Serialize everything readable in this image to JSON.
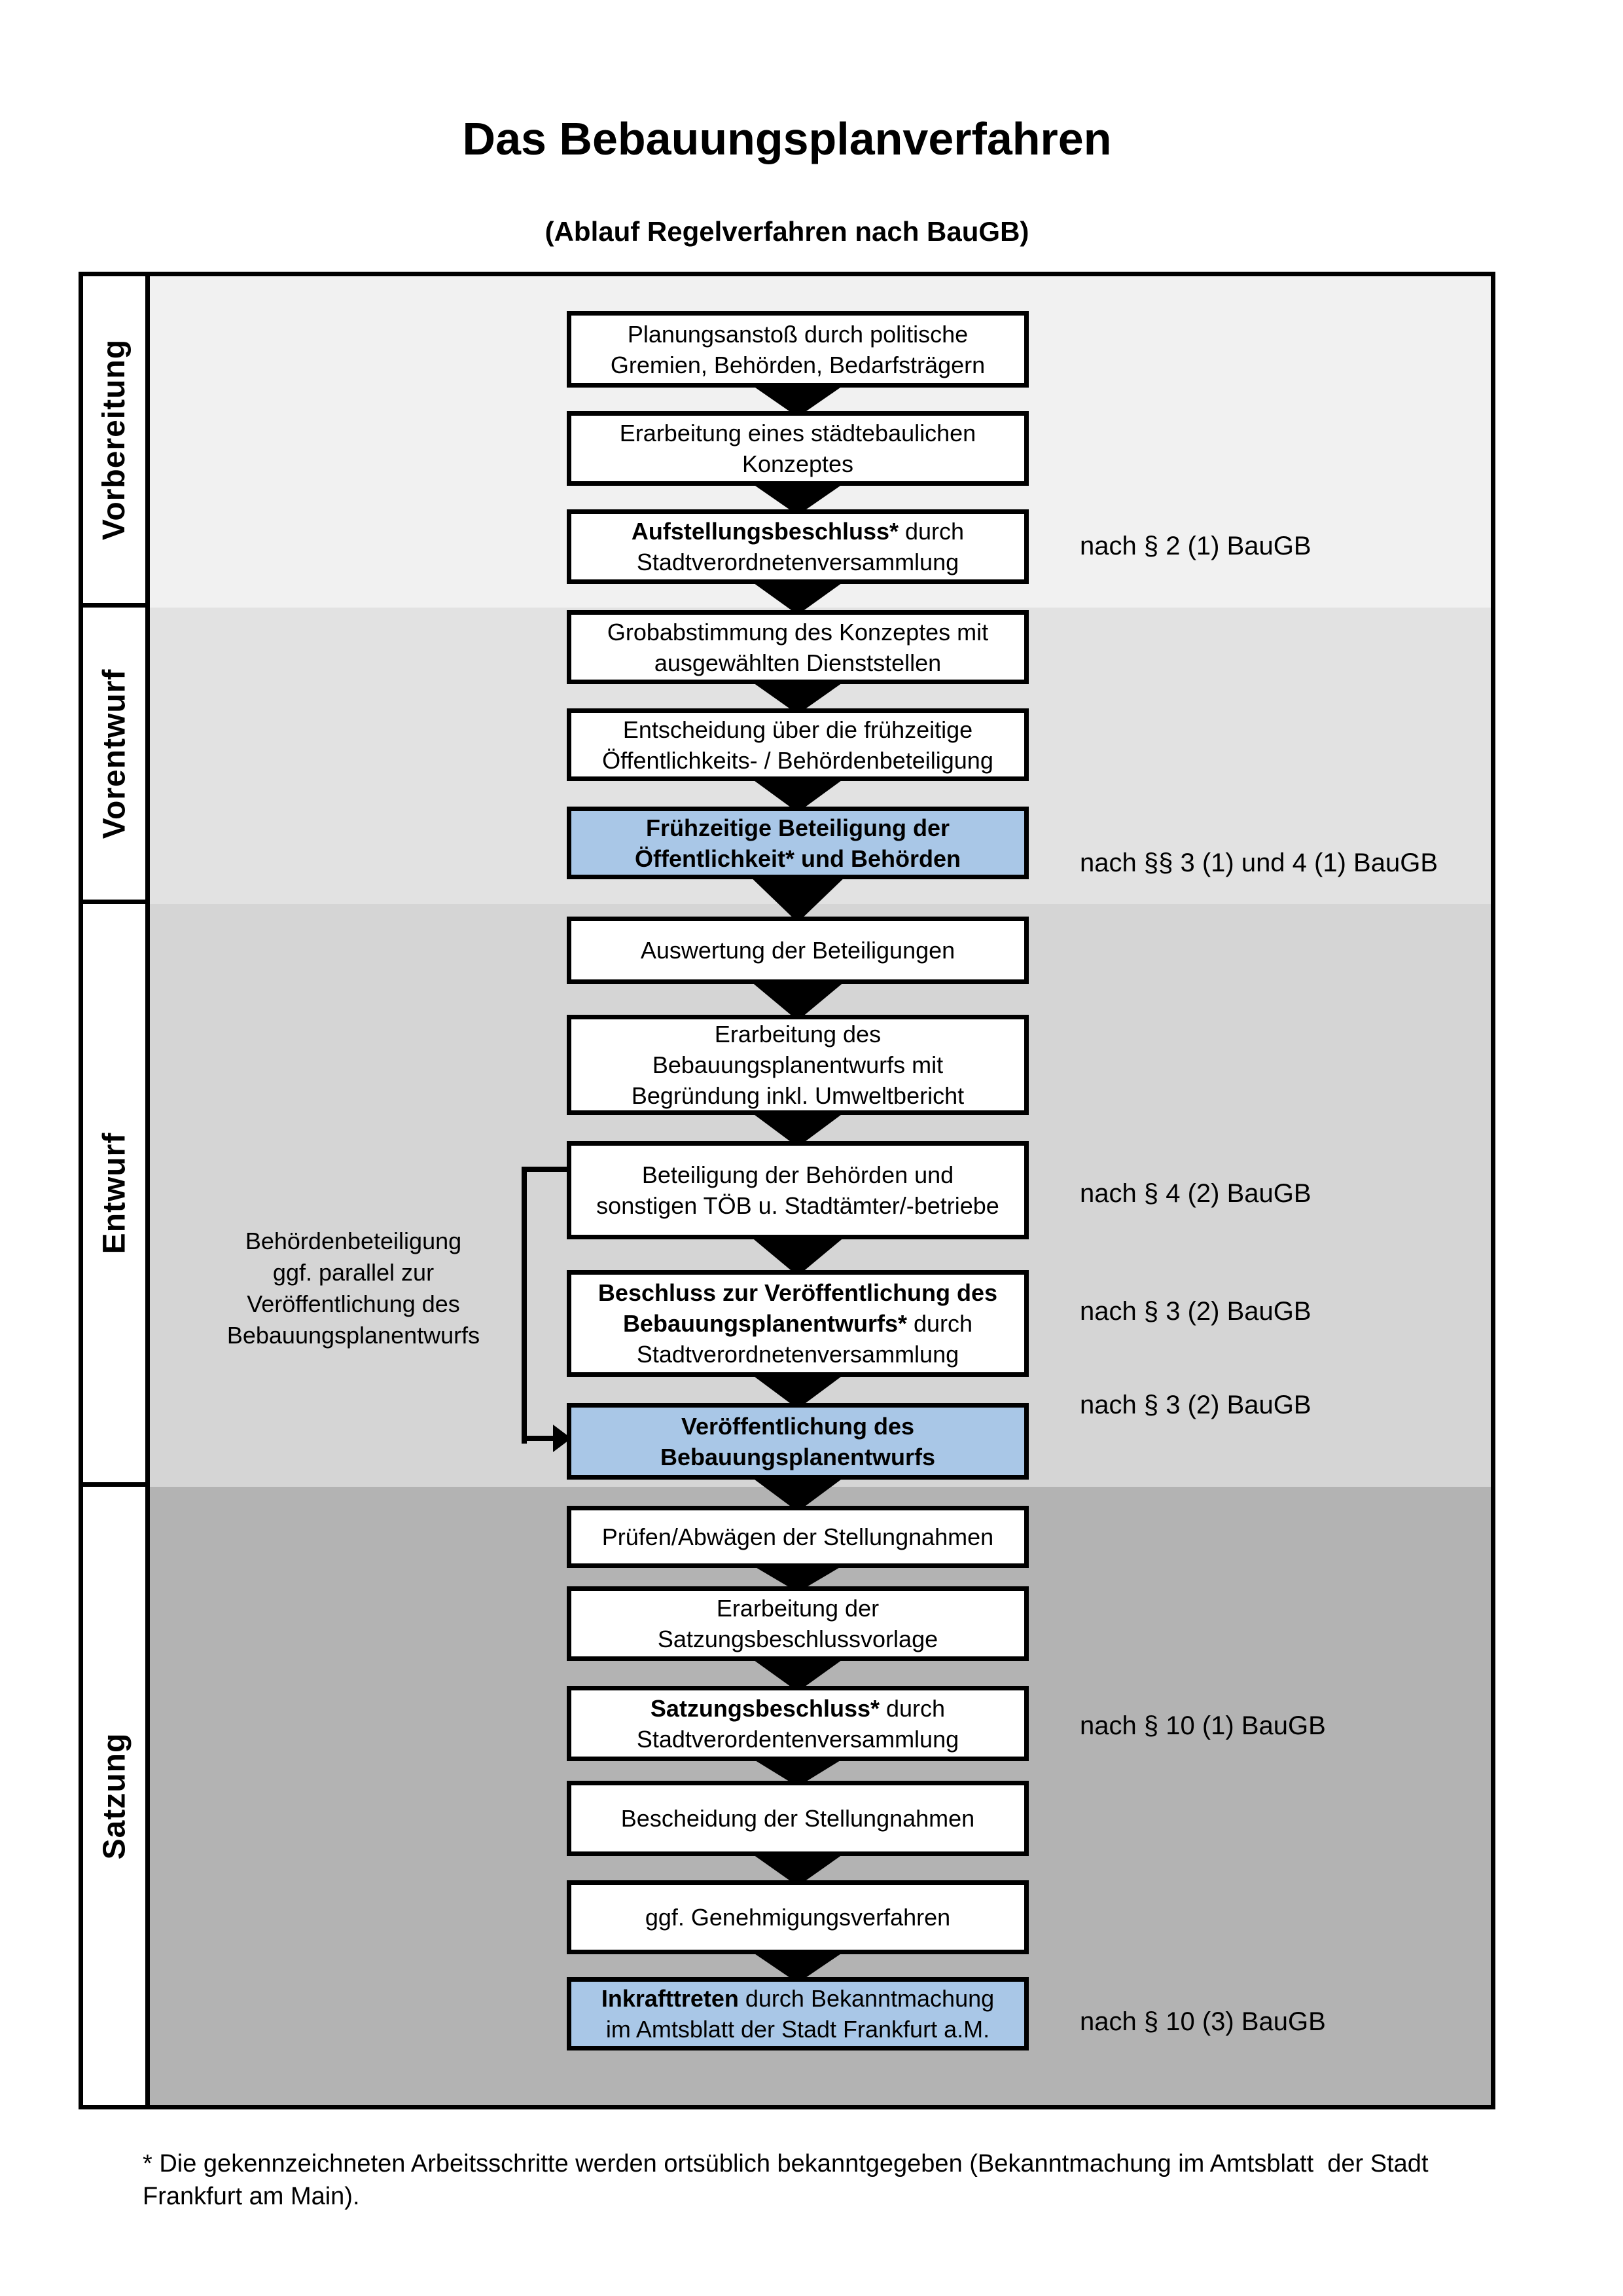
{
  "page": {
    "title": "Das Bebauungsplanverfahren",
    "subtitle": "(Ablauf Regelverfahren nach BauGB)"
  },
  "colors": {
    "band_vorbereitung": "#f1f1f1",
    "band_vorentwurf": "#e2e2e2",
    "band_entwurf": "#d5d5d5",
    "band_satzung": "#b3b3b3",
    "highlight_blue": "#a9c7e7",
    "line": "#000000"
  },
  "phases": [
    {
      "label": "Vorbereitung"
    },
    {
      "label": "Vorentwurf"
    },
    {
      "label": "Entwurf"
    },
    {
      "label": "Satzung"
    }
  ],
  "boxes": [
    {
      "blue": false,
      "lines": [
        [
          {
            "t": "Planungsanstoß durch politische",
            "b": false
          }
        ],
        [
          {
            "t": "Gremien, Behörden, Bedarfsträgern",
            "b": false
          }
        ]
      ]
    },
    {
      "blue": false,
      "lines": [
        [
          {
            "t": "Erarbeitung eines städtebaulichen",
            "b": false
          }
        ],
        [
          {
            "t": "Konzeptes",
            "b": false
          }
        ]
      ]
    },
    {
      "blue": false,
      "lines": [
        [
          {
            "t": "Aufstellungsbeschluss*",
            "b": true
          },
          {
            "t": " durch",
            "b": false
          }
        ],
        [
          {
            "t": "Stadtverordnetenversammlung",
            "b": false
          }
        ]
      ]
    },
    {
      "blue": false,
      "lines": [
        [
          {
            "t": "Grobabstimmung des Konzeptes mit",
            "b": false
          }
        ],
        [
          {
            "t": "ausgewählten Dienststellen",
            "b": false
          }
        ]
      ]
    },
    {
      "blue": false,
      "lines": [
        [
          {
            "t": "Entscheidung über die frühzeitige",
            "b": false
          }
        ],
        [
          {
            "t": "Öffentlichkeits- / Behördenbeteiligung",
            "b": false
          }
        ]
      ]
    },
    {
      "blue": true,
      "lines": [
        [
          {
            "t": "Frühzeitige Beteiligung der",
            "b": true
          }
        ],
        [
          {
            "t": "Öffentlichkeit* und Behörden",
            "b": true
          }
        ]
      ]
    },
    {
      "blue": false,
      "lines": [
        [
          {
            "t": "Auswertung der Beteiligungen",
            "b": false
          }
        ]
      ]
    },
    {
      "blue": false,
      "lines": [
        [
          {
            "t": "Erarbeitung des",
            "b": false
          }
        ],
        [
          {
            "t": "Bebauungsplanentwurfs mit",
            "b": false
          }
        ],
        [
          {
            "t": "Begründung inkl. Umweltbericht",
            "b": false
          }
        ]
      ]
    },
    {
      "blue": false,
      "lines": [
        [
          {
            "t": "Beteiligung der Behörden und",
            "b": false
          }
        ],
        [
          {
            "t": "sonstigen TÖB u. Stadtämter/-betriebe",
            "b": false
          }
        ]
      ]
    },
    {
      "blue": false,
      "lines": [
        [
          {
            "t": "Beschluss zur Veröffentlichung des",
            "b": true
          }
        ],
        [
          {
            "t": "Bebauungsplanentwurfs*",
            "b": true
          },
          {
            "t": " durch",
            "b": false
          }
        ],
        [
          {
            "t": "Stadtverordnetenversammlung",
            "b": false
          }
        ]
      ]
    },
    {
      "blue": true,
      "lines": [
        [
          {
            "t": "Veröffentlichung des",
            "b": true
          }
        ],
        [
          {
            "t": "Bebauungsplanentwurfs",
            "b": true
          }
        ]
      ]
    },
    {
      "blue": false,
      "lines": [
        [
          {
            "t": "Prüfen/Abwägen der Stellungnahmen",
            "b": false
          }
        ]
      ]
    },
    {
      "blue": false,
      "lines": [
        [
          {
            "t": "Erarbeitung der",
            "b": false
          }
        ],
        [
          {
            "t": "Satzungsbeschlussvorlage",
            "b": false
          }
        ]
      ]
    },
    {
      "blue": false,
      "lines": [
        [
          {
            "t": "Satzungsbeschluss*",
            "b": true
          },
          {
            "t": " durch",
            "b": false
          }
        ],
        [
          {
            "t": "Stadtverordentenversammlung",
            "b": false
          }
        ]
      ]
    },
    {
      "blue": false,
      "lines": [
        [
          {
            "t": "Bescheidung der Stellungnahmen",
            "b": false
          }
        ]
      ]
    },
    {
      "blue": false,
      "lines": [
        [
          {
            "t": "ggf. Genehmigungsverfahren",
            "b": false
          }
        ]
      ]
    },
    {
      "blue": true,
      "lines": [
        [
          {
            "t": "Inkrafttreten",
            "b": true
          },
          {
            "t": " durch Bekanntmachung",
            "b": false
          }
        ],
        [
          {
            "t": "im Amtsblatt der Stadt Frankfurt a.M.",
            "b": false
          }
        ]
      ]
    }
  ],
  "refs": [
    {
      "text": "nach § 2 (1) BauGB"
    },
    {
      "text": "nach §§ 3 (1) und 4 (1) BauGB"
    },
    {
      "text": "nach § 4 (2) BauGB"
    },
    {
      "text": "nach § 3 (2) BauGB"
    },
    {
      "text": "nach § 3 (2) BauGB"
    },
    {
      "text": "nach § 10 (1) BauGB"
    },
    {
      "text": "nach § 10 (3) BauGB"
    }
  ],
  "side_note": {
    "lines": [
      "Behördenbeteiligung",
      "ggf. parallel zur",
      "Veröffentlichung des",
      "Bebauungsplanentwurfs"
    ]
  },
  "footnote": {
    "line1": "* Die gekennzeichneten Arbeitsschritte werden ortsüblich bekanntgegeben (Bekanntmachung im Amtsblatt  der Stadt",
    "line2": "Frankfurt am Main)."
  }
}
